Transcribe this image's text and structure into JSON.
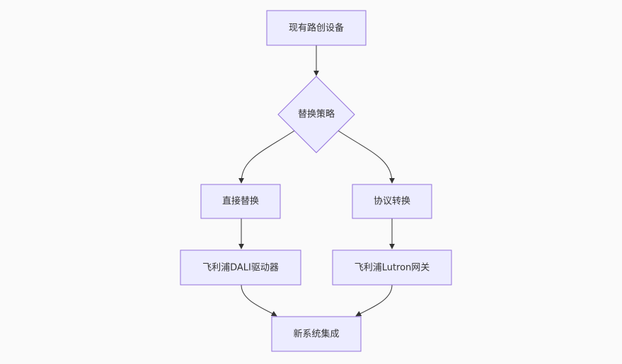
{
  "diagram": {
    "nodes": [
      {
        "id": "existing",
        "label": "现有路创设备",
        "shape": "rect"
      },
      {
        "id": "strategy",
        "label": "替换策略",
        "shape": "diamond"
      },
      {
        "id": "direct",
        "label": "直接替换",
        "shape": "rect"
      },
      {
        "id": "protocol",
        "label": "协议转换",
        "shape": "rect"
      },
      {
        "id": "dali",
        "label": "飞利浦DALI驱动器",
        "shape": "rect"
      },
      {
        "id": "lutron",
        "label": "飞利浦Lutron网关",
        "shape": "rect"
      },
      {
        "id": "integrate",
        "label": "新系统集成",
        "shape": "rect"
      }
    ],
    "edges": [
      {
        "from": "existing",
        "to": "strategy"
      },
      {
        "from": "strategy",
        "to": "direct"
      },
      {
        "from": "strategy",
        "to": "protocol"
      },
      {
        "from": "direct",
        "to": "dali"
      },
      {
        "from": "protocol",
        "to": "lutron"
      },
      {
        "from": "dali",
        "to": "integrate"
      },
      {
        "from": "lutron",
        "to": "integrate"
      }
    ]
  },
  "colors": {
    "background": "#fafafa",
    "node_fill": "#ececff",
    "node_stroke": "#9370db",
    "edge": "#333333",
    "text": "#333333"
  }
}
